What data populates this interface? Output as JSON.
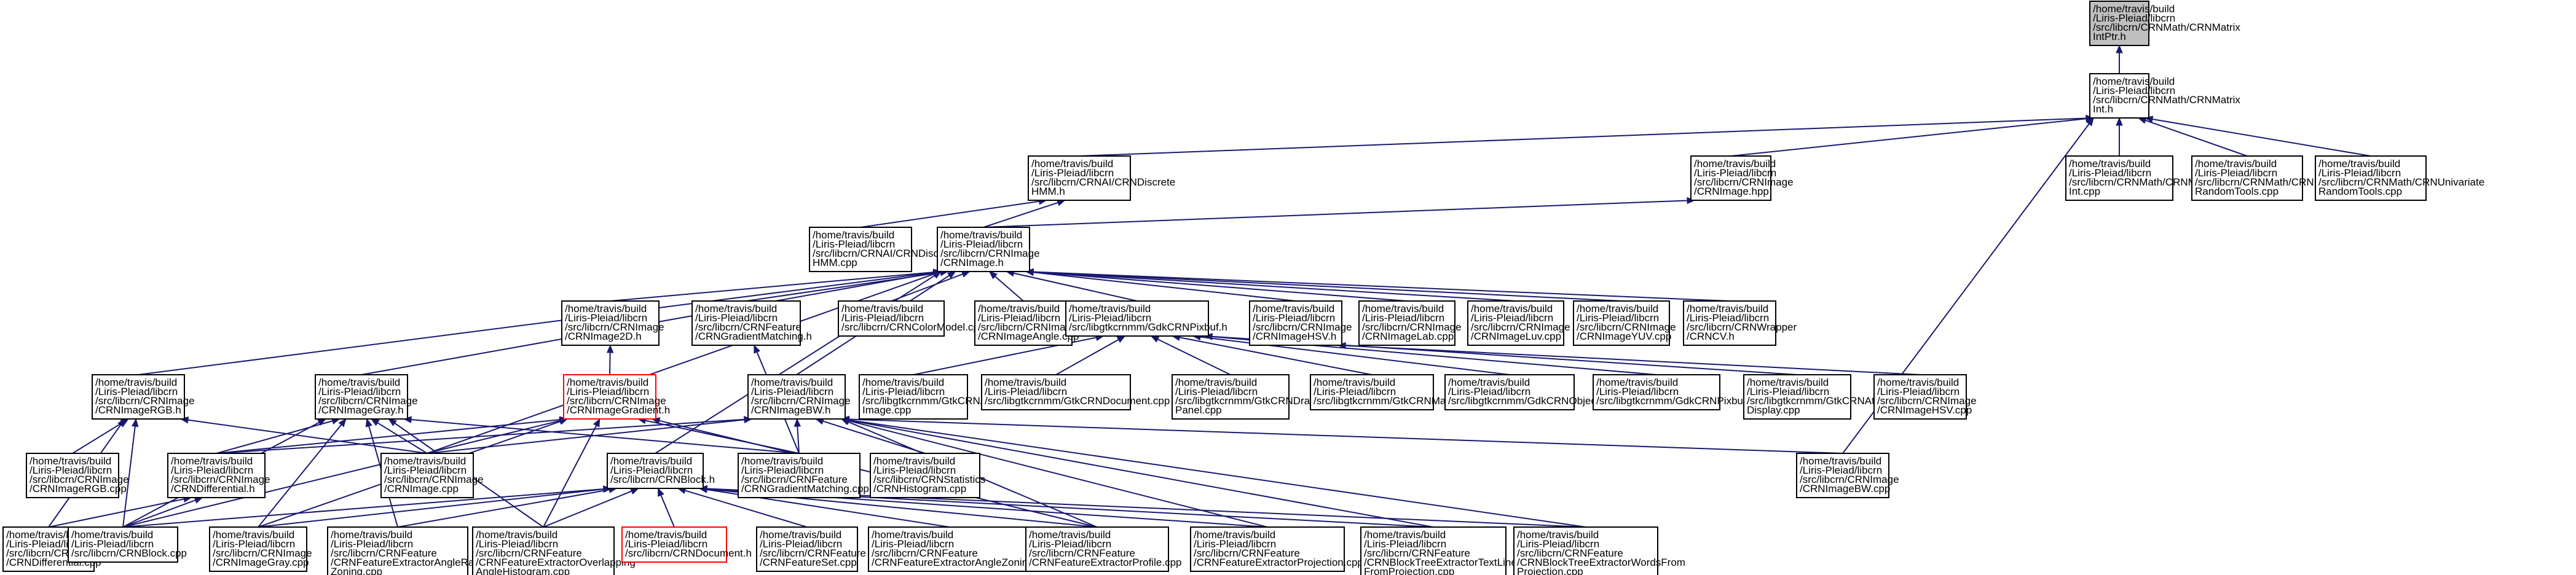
{
  "nodes": [
    {
      "id": "matrixintptr",
      "label": [
        "/home/travis/build",
        "/Liris-Pleiad/libcrn",
        "/src/libcrn/CRNMath/CRNMatrix",
        "IntPtr.h"
      ],
      "root": true
    },
    {
      "id": "matrixint",
      "label": [
        "/home/travis/build",
        "/Liris-Pleiad/libcrn",
        "/src/libcrn/CRNMath/CRNMatrix",
        "Int.h"
      ]
    },
    {
      "id": "hmmh",
      "label": [
        "/home/travis/build",
        "/Liris-Pleiad/libcrn",
        "/src/libcrn/CRNAI/CRNDiscrete",
        "HMM.h"
      ]
    },
    {
      "id": "imagehpp",
      "label": [
        "/home/travis/build",
        "/Liris-Pleiad/libcrn",
        "/src/libcrn/CRNImage",
        "/CRNImage.hpp"
      ]
    },
    {
      "id": "matrixintcpp",
      "label": [
        "/home/travis/build",
        "/Liris-Pleiad/libcrn",
        "/src/libcrn/CRNMath/CRNMatrix",
        "Int.cpp"
      ]
    },
    {
      "id": "multivariate",
      "label": [
        "/home/travis/build",
        "/Liris-Pleiad/libcrn",
        "/src/libcrn/CRNMath/CRNMultivariate",
        "RandomTools.cpp"
      ]
    },
    {
      "id": "univariate",
      "label": [
        "/home/travis/build",
        "/Liris-Pleiad/libcrn",
        "/src/libcrn/CRNMath/CRNUnivariate",
        "RandomTools.cpp"
      ]
    },
    {
      "id": "hmmcpp",
      "label": [
        "/home/travis/build",
        "/Liris-Pleiad/libcrn",
        "/src/libcrn/CRNAI/CRNDiscrete",
        "HMM.cpp"
      ]
    },
    {
      "id": "imageh",
      "label": [
        "/home/travis/build",
        "/Liris-Pleiad/libcrn",
        "/src/libcrn/CRNImage",
        "/CRNImage.h"
      ]
    },
    {
      "id": "image2d",
      "label": [
        "/home/travis/build",
        "/Liris-Pleiad/libcrn",
        "/src/libcrn/CRNImage",
        "/CRNImage2D.h"
      ]
    },
    {
      "id": "gradmatchh",
      "label": [
        "/home/travis/build",
        "/Liris-Pleiad/libcrn",
        "/src/libcrn/CRNFeature",
        "/CRNGradientMatching.h"
      ]
    },
    {
      "id": "colormodel",
      "label": [
        "/home/travis/build",
        "/Liris-Pleiad/libcrn",
        "/src/libcrn/CRNColorModel.cpp"
      ]
    },
    {
      "id": "imageangle",
      "label": [
        "/home/travis/build",
        "/Liris-Pleiad/libcrn",
        "/src/libcrn/CRNImage",
        "/CRNImageAngle.cpp"
      ]
    },
    {
      "id": "pixbufh",
      "label": [
        "/home/travis/build",
        "/Liris-Pleiad/libcrn",
        "/src/libgtkcrnmm/GdkCRNPixbuf.h"
      ]
    },
    {
      "id": "imagehsvh",
      "label": [
        "/home/travis/build",
        "/Liris-Pleiad/libcrn",
        "/src/libcrn/CRNImage",
        "/CRNImageHSV.h"
      ]
    },
    {
      "id": "imagelab",
      "label": [
        "/home/travis/build",
        "/Liris-Pleiad/libcrn",
        "/src/libcrn/CRNImage",
        "/CRNImageLab.cpp"
      ]
    },
    {
      "id": "imageluv",
      "label": [
        "/home/travis/build",
        "/Liris-Pleiad/libcrn",
        "/src/libcrn/CRNImage",
        "/CRNImageLuv.cpp"
      ]
    },
    {
      "id": "imageyuv",
      "label": [
        "/home/travis/build",
        "/Liris-Pleiad/libcrn",
        "/src/libcrn/CRNImage",
        "/CRNImageYUV.cpp"
      ]
    },
    {
      "id": "opencv",
      "label": [
        "/home/travis/build",
        "/Liris-Pleiad/libcrn",
        "/src/libcrn/CRNWrapper",
        "/CRNCV.h"
      ]
    },
    {
      "id": "imagergbh",
      "label": [
        "/home/travis/build",
        "/Liris-Pleiad/libcrn",
        "/src/libcrn/CRNImage",
        "/CRNImageRGB.h"
      ]
    },
    {
      "id": "imagegrayh",
      "label": [
        "/home/travis/build",
        "/Liris-Pleiad/libcrn",
        "/src/libcrn/CRNImage",
        "/CRNImageGray.h"
      ]
    },
    {
      "id": "imagegradh",
      "label": [
        "/home/travis/build",
        "/Liris-Pleiad/libcrn",
        "/src/libcrn/CRNImage",
        "/CRNImageGradient.h"
      ],
      "red": true
    },
    {
      "id": "imagebwh",
      "label": [
        "/home/travis/build",
        "/Liris-Pleiad/libcrn",
        "/src/libcrn/CRNImage",
        "/CRNImageBW.h"
      ]
    },
    {
      "id": "cairoimage",
      "label": [
        "/home/travis/build",
        "/Liris-Pleiad/libcrn",
        "/src/libgtkcrnmm/GtkCRNAtlo",
        "Image.cpp"
      ]
    },
    {
      "id": "gtkdocument",
      "label": [
        "/home/travis/build",
        "/Liris-Pleiad/libcrn",
        "/src/libgtkcrnmm/GtkCRNDocument.cpp"
      ]
    },
    {
      "id": "drawingpanel",
      "label": [
        "/home/travis/build",
        "/Liris-Pleiad/libcrn",
        "/src/libgtkcrnmm/GtkCRNDrawing",
        "Panel.cpp"
      ]
    },
    {
      "id": "gtkmain",
      "label": [
        "/home/travis/build",
        "/Liris-Pleiad/libcrn",
        "/src/libgtkcrnmm/GtkCRNMain.cpp"
      ]
    },
    {
      "id": "gtkobject",
      "label": [
        "/home/travis/build",
        "/Liris-Pleiad/libcrn",
        "/src/libgtkcrnmm/GdkCRNObject.cpp"
      ]
    },
    {
      "id": "pixbufcpp",
      "label": [
        "/home/travis/build",
        "/Liris-Pleiad/libcrn",
        "/src/libgtkcrnmm/GdkCRNPixbuf.cpp"
      ]
    },
    {
      "id": "atlodisplay",
      "label": [
        "/home/travis/build",
        "/Liris-Pleiad/libcrn",
        "/src/libgtkcrnmm/GtkCRNAtlo",
        "Display.cpp"
      ]
    },
    {
      "id": "imagehsvcpp",
      "label": [
        "/home/travis/build",
        "/Liris-Pleiad/libcrn",
        "/src/libcrn/CRNImage",
        "/CRNImageHSV.cpp"
      ]
    },
    {
      "id": "imagergbcpp",
      "label": [
        "/home/travis/build",
        "/Liris-Pleiad/libcrn",
        "/src/libcrn/CRNImage",
        "/CRNImageRGB.cpp"
      ]
    },
    {
      "id": "differentialh",
      "label": [
        "/home/travis/build",
        "/Liris-Pleiad/libcrn",
        "/src/libcrn/CRNImage",
        "/CRNDifferential.h"
      ]
    },
    {
      "id": "imagecpp",
      "label": [
        "/home/travis/build",
        "/Liris-Pleiad/libcrn",
        "/src/libcrn/CRNImage",
        "/CRNImage.cpp"
      ]
    },
    {
      "id": "blockh",
      "label": [
        "/home/travis/build",
        "/Liris-Pleiad/libcrn",
        "/src/libcrn/CRNBlock.h"
      ]
    },
    {
      "id": "gradmatchcpp",
      "label": [
        "/home/travis/build",
        "/Liris-Pleiad/libcrn",
        "/src/libcrn/CRNFeature",
        "/CRNGradientMatching.cpp"
      ]
    },
    {
      "id": "stathist",
      "label": [
        "/home/travis/build",
        "/Liris-Pleiad/libcrn",
        "/src/libcrn/CRNStatistics",
        "/CRNHistogram.cpp"
      ]
    },
    {
      "id": "imagebwcpp",
      "label": [
        "/home/travis/build",
        "/Liris-Pleiad/libcrn",
        "/src/libcrn/CRNImage",
        "/CRNImageBW.cpp"
      ]
    },
    {
      "id": "differentialcpp",
      "label": [
        "/home/travis/build",
        "/Liris-Pleiad/libcrn",
        "/src/libcrn/CRNImage",
        "/CRNDifferential.cpp"
      ]
    },
    {
      "id": "blockcpp",
      "label": [
        "/home/travis/build",
        "/Liris-Pleiad/libcrn",
        "/src/libcrn/CRNBlock.cpp"
      ]
    },
    {
      "id": "imagegraycpp",
      "label": [
        "/home/travis/build",
        "/Liris-Pleiad/libcrn",
        "/src/libcrn/CRNImage",
        "/CRNImageGray.cpp"
      ]
    },
    {
      "id": "angleradial",
      "label": [
        "/home/travis/build",
        "/Liris-Pleiad/libcrn",
        "/src/libcrn/CRNFeature",
        "/CRNFeatureExtractorAngleRadial",
        "Zoning.cpp"
      ]
    },
    {
      "id": "overlapping",
      "label": [
        "/home/travis/build",
        "/Liris-Pleiad/libcrn",
        "/src/libcrn/CRNFeature",
        "/CRNFeatureExtractorOverlapping",
        "AngleHistogram.cpp"
      ]
    },
    {
      "id": "documenth",
      "label": [
        "/home/travis/build",
        "/Liris-Pleiad/libcrn",
        "/src/libcrn/CRNDocument.h"
      ],
      "red": true
    },
    {
      "id": "featureset",
      "label": [
        "/home/travis/build",
        "/Liris-Pleiad/libcrn",
        "/src/libcrn/CRNFeature",
        "/CRNFeatureSet.cpp"
      ]
    },
    {
      "id": "anglezoning",
      "label": [
        "/home/travis/build",
        "/Liris-Pleiad/libcrn",
        "/src/libcrn/CRNFeature",
        "/CRNFeatureExtractorAngleZoning.cpp"
      ]
    },
    {
      "id": "profile",
      "label": [
        "/home/travis/build",
        "/Liris-Pleiad/libcrn",
        "/src/libcrn/CRNFeature",
        "/CRNFeatureExtractorProfile.cpp"
      ]
    },
    {
      "id": "projection",
      "label": [
        "/home/travis/build",
        "/Liris-Pleiad/libcrn",
        "/src/libcrn/CRNFeature",
        "/CRNFeatureExtractorProjection.cpp"
      ]
    },
    {
      "id": "textlines",
      "label": [
        "/home/travis/build",
        "/Liris-Pleiad/libcrn",
        "/src/libcrn/CRNFeature",
        "/CRNBlockTreeExtractorTextLines",
        "FromProjection.cpp"
      ]
    },
    {
      "id": "wordsfrom",
      "label": [
        "/home/travis/build",
        "/Liris-Pleiad/libcrn",
        "/src/libcrn/CRNFeature",
        "/CRNBlockTreeExtractorWordsFrom",
        "Projection.cpp"
      ]
    }
  ],
  "colors": {
    "edge": "#191970",
    "root_fill": "#bfbfbf",
    "highlight_border": "#ff0000"
  }
}
